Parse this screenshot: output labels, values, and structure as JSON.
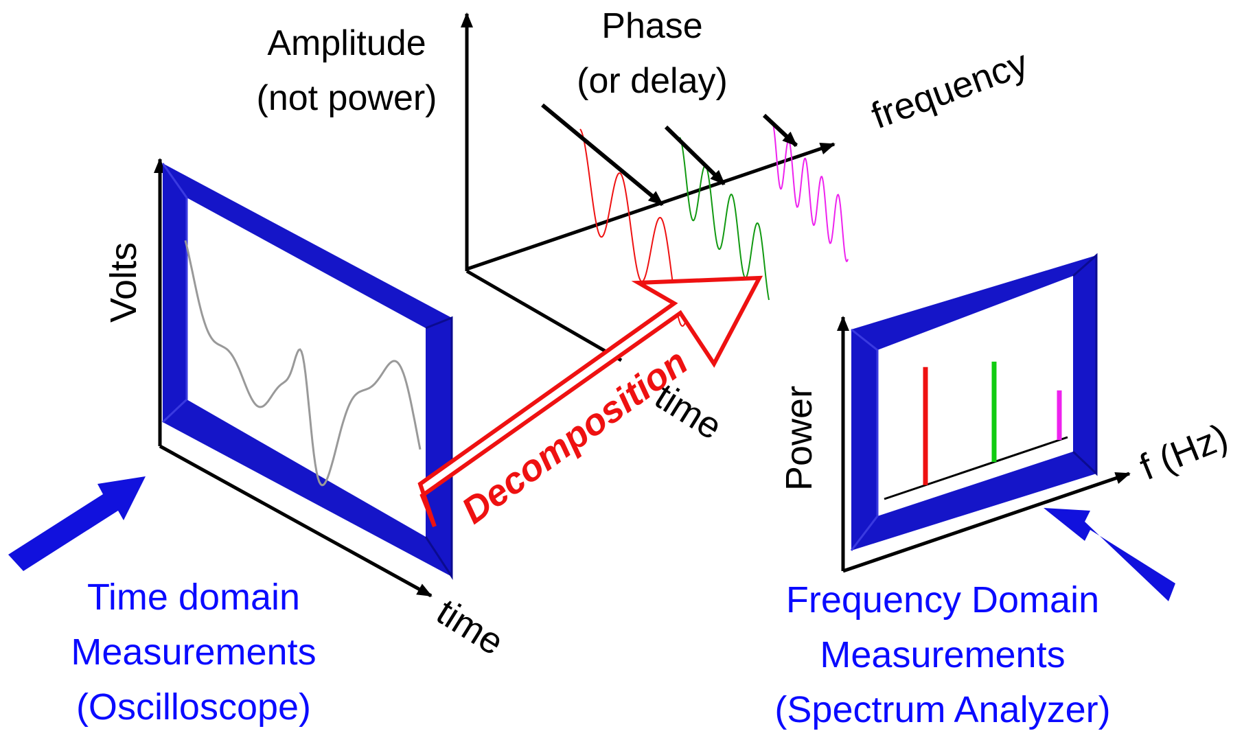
{
  "labels": {
    "amplitude_line1": "Amplitude",
    "amplitude_line2": "(not power)",
    "phase_line1": "Phase",
    "phase_line2": "(or delay)",
    "frequency_axis": "frequency",
    "time_axis_3d": "time",
    "volts_axis": "Volts",
    "time_axis_scope": "time",
    "power_axis": "Power",
    "freq_axis_hz": "f (Hz)",
    "decomposition": "Decomposition",
    "time_domain_line1": "Time domain",
    "time_domain_line2": "Measurements",
    "time_domain_line3": "(Oscilloscope)",
    "freq_domain_line1": "Frequency Domain",
    "freq_domain_line2": "Measurements",
    "freq_domain_line3": "(Spectrum Analyzer)"
  },
  "colors": {
    "frame_blue": "#1111cc",
    "label_blue": "#0a0aff",
    "decomposition_red": "#ee1111",
    "component_red": "#ee1111",
    "component_green": "#119911",
    "component_magenta": "#ee22ee",
    "spectrum_green": "#11cc11",
    "trace_gray": "#999999",
    "axis_black": "#000000"
  },
  "spectrum": {
    "components": [
      {
        "color": "#ee1111",
        "relative_power": 1.0
      },
      {
        "color": "#11cc11",
        "relative_power": 0.85
      },
      {
        "color": "#ee22ee",
        "relative_power": 0.42
      }
    ]
  },
  "icons": [
    "arrow-icon",
    "frame-shape",
    "waveform-trace"
  ]
}
